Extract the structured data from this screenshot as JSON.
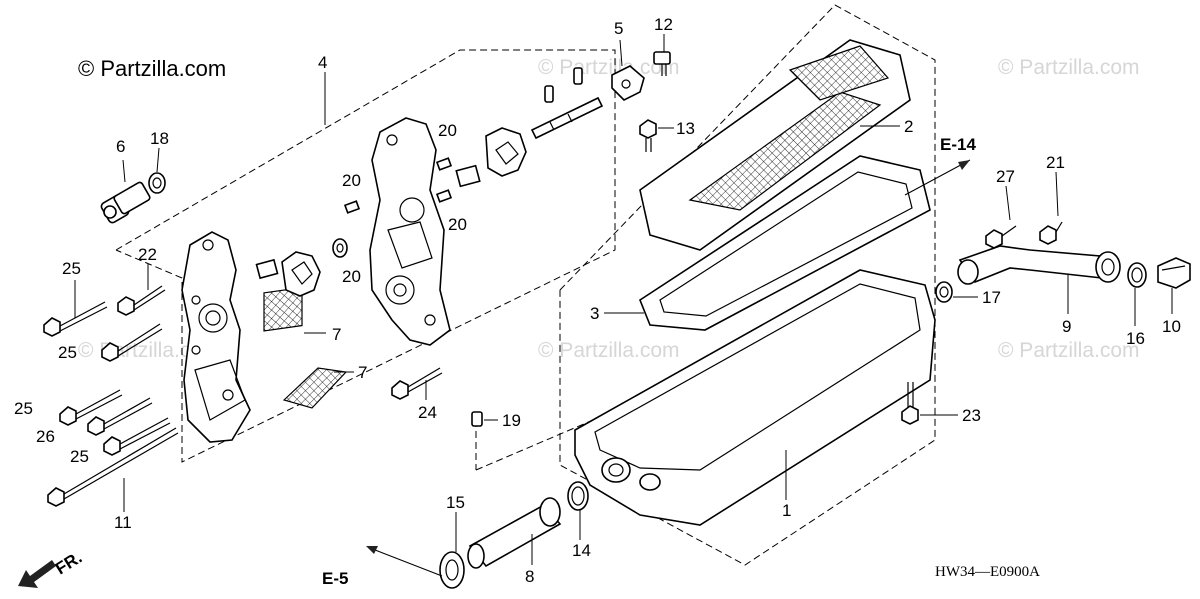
{
  "copyright": "© Partzilla.com",
  "watermark": "© Partzilla.com",
  "diagram_code": "HW34—E0900A",
  "direction_label": "FR.",
  "ref_e14": "E-14",
  "ref_e5": "E-5",
  "callouts": {
    "c1": "1",
    "c2": "2",
    "c3": "3",
    "c4": "4",
    "c5": "5",
    "c6": "6",
    "c7a": "7",
    "c7b": "7",
    "c8": "8",
    "c9": "9",
    "c10": "10",
    "c11": "11",
    "c12": "12",
    "c13": "13",
    "c14": "14",
    "c15": "15",
    "c16": "16",
    "c17": "17",
    "c18": "18",
    "c19": "19",
    "c20a": "20",
    "c20b": "20",
    "c20c": "20",
    "c20d": "20",
    "c21": "21",
    "c22": "22",
    "c23": "23",
    "c24": "24",
    "c25a": "25",
    "c25b": "25",
    "c25c": "25",
    "c25d": "25",
    "c26": "26",
    "c27": "27"
  }
}
